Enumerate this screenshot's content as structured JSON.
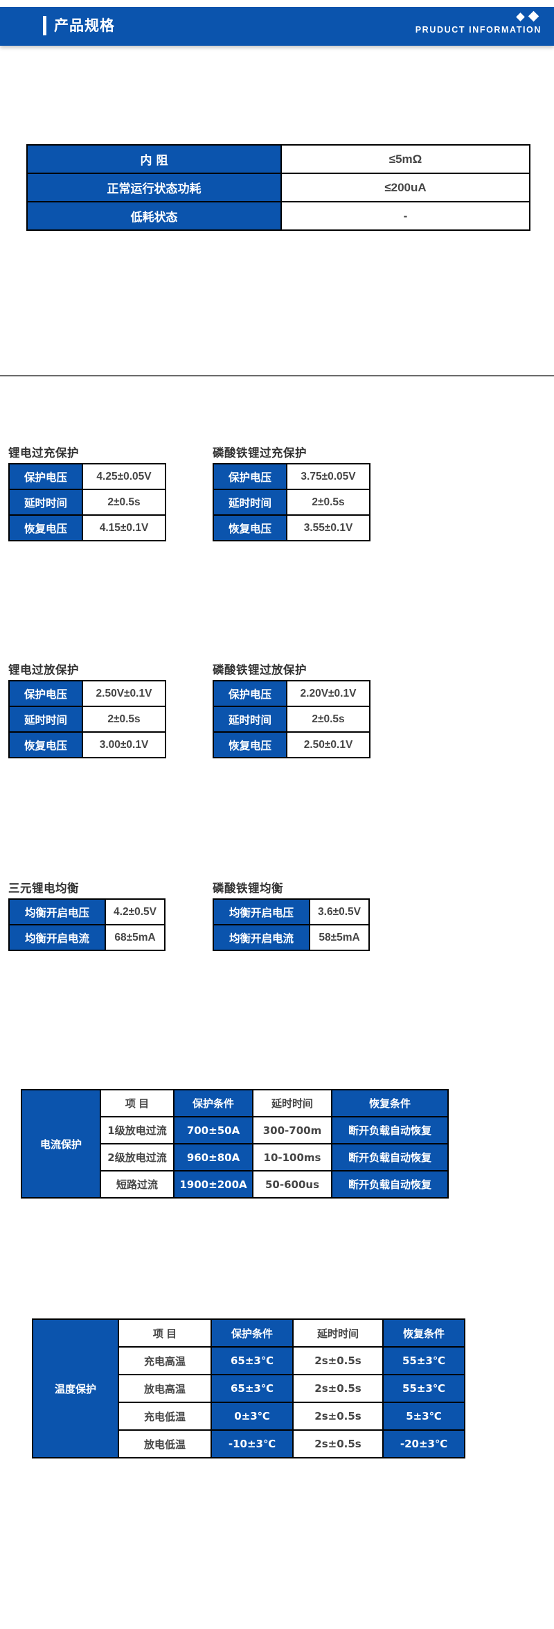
{
  "header": {
    "title": "产品规格",
    "subtitle": "PRUDUCT INFORMATION",
    "accent_color": "#0b54ad",
    "diamond_icon": "diamond-shape"
  },
  "basic": {
    "rows": [
      {
        "label": "内 阻",
        "value": "≤5mΩ"
      },
      {
        "label": "正常运行状态功耗",
        "value": "≤200uA"
      },
      {
        "label": "低耗状态",
        "value": "-"
      }
    ]
  },
  "overcharge": {
    "lithium": {
      "caption": "锂电过充保护",
      "rows": [
        {
          "label": "保护电压",
          "value": "4.25±0.05V"
        },
        {
          "label": "延时时间",
          "value": "2±0.5s"
        },
        {
          "label": "恢复电压",
          "value": "4.15±0.1V"
        }
      ]
    },
    "lifepo4": {
      "caption": "磷酸铁锂过充保护",
      "rows": [
        {
          "label": "保护电压",
          "value": "3.75±0.05V"
        },
        {
          "label": "延时时间",
          "value": "2±0.5s"
        },
        {
          "label": "恢复电压",
          "value": "3.55±0.1V"
        }
      ]
    }
  },
  "overdischarge": {
    "lithium": {
      "caption": "锂电过放保护",
      "rows": [
        {
          "label": "保护电压",
          "value": "2.50V±0.1V"
        },
        {
          "label": "延时时间",
          "value": "2±0.5s"
        },
        {
          "label": "恢复电压",
          "value": "3.00±0.1V"
        }
      ]
    },
    "lifepo4": {
      "caption": "磷酸铁锂过放保护",
      "rows": [
        {
          "label": "保护电压",
          "value": "2.20V±0.1V"
        },
        {
          "label": "延时时间",
          "value": "2±0.5s"
        },
        {
          "label": "恢复电压",
          "value": "2.50±0.1V"
        }
      ]
    }
  },
  "balance": {
    "ternary": {
      "caption": "三元锂电均衡",
      "rows": [
        {
          "label": "均衡开启电压",
          "value": "4.2±0.5V"
        },
        {
          "label": "均衡开启电流",
          "value": "68±5mA"
        }
      ]
    },
    "lifepo4": {
      "caption": "磷酸铁锂均衡",
      "rows": [
        {
          "label": "均衡开启电压",
          "value": "3.6±0.5V"
        },
        {
          "label": "均衡开启电流",
          "value": "58±5mA"
        }
      ]
    }
  },
  "current_protection": {
    "side_label": "电流保护",
    "columns": [
      "项 目",
      "保护条件",
      "延时时间",
      "恢复条件"
    ],
    "rows": [
      {
        "item": "1级放电过流",
        "protect": "700±50A",
        "delay": "300-700m",
        "recover": "断开负载自动恢复"
      },
      {
        "item": "2级放电过流",
        "protect": "960±80A",
        "delay": "10-100ms",
        "recover": "断开负载自动恢复"
      },
      {
        "item": "短路过流",
        "protect": "1900±200A",
        "delay": "50-600us",
        "recover": "断开负载自动恢复"
      }
    ]
  },
  "temperature_protection": {
    "side_label": "温度保护",
    "columns": [
      "项 目",
      "保护条件",
      "延时时间",
      "恢复条件"
    ],
    "rows": [
      {
        "item": "充电高温",
        "protect": "65±3℃",
        "delay": "2s±0.5s",
        "recover": "55±3℃"
      },
      {
        "item": "放电高温",
        "protect": "65±3℃",
        "delay": "2s±0.5s",
        "recover": "55±3℃"
      },
      {
        "item": "充电低温",
        "protect": "0±3℃",
        "delay": "2s±0.5s",
        "recover": "5±3℃"
      },
      {
        "item": "放电低温",
        "protect": "-10±3℃",
        "delay": "2s±0.5s",
        "recover": "-20±3℃"
      }
    ]
  }
}
